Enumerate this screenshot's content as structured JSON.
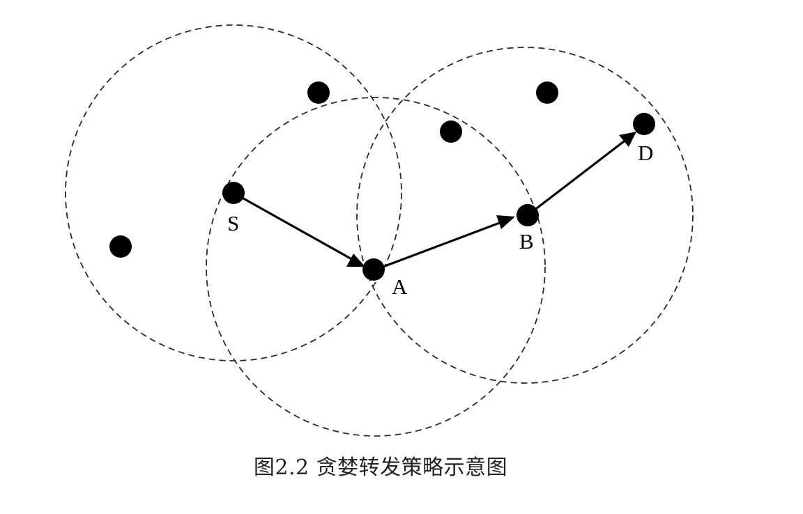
{
  "diagram": {
    "caption": "图2.2  贪婪转发策略示意图",
    "nodes": [
      {
        "id": "S",
        "label": "S"
      },
      {
        "id": "A",
        "label": "A"
      },
      {
        "id": "B",
        "label": "B"
      },
      {
        "id": "D",
        "label": "D"
      },
      {
        "id": "n1",
        "label": ""
      },
      {
        "id": "n2",
        "label": ""
      },
      {
        "id": "n3",
        "label": ""
      },
      {
        "id": "n4",
        "label": ""
      }
    ],
    "edges": [
      {
        "from": "S",
        "to": "A"
      },
      {
        "from": "A",
        "to": "B"
      },
      {
        "from": "B",
        "to": "D"
      }
    ],
    "ranges": [
      {
        "center": "S"
      },
      {
        "center": "A"
      },
      {
        "center": "B"
      }
    ],
    "colors": {
      "node": "#000000",
      "edge": "#000000",
      "range": "#2a2a2a"
    }
  }
}
